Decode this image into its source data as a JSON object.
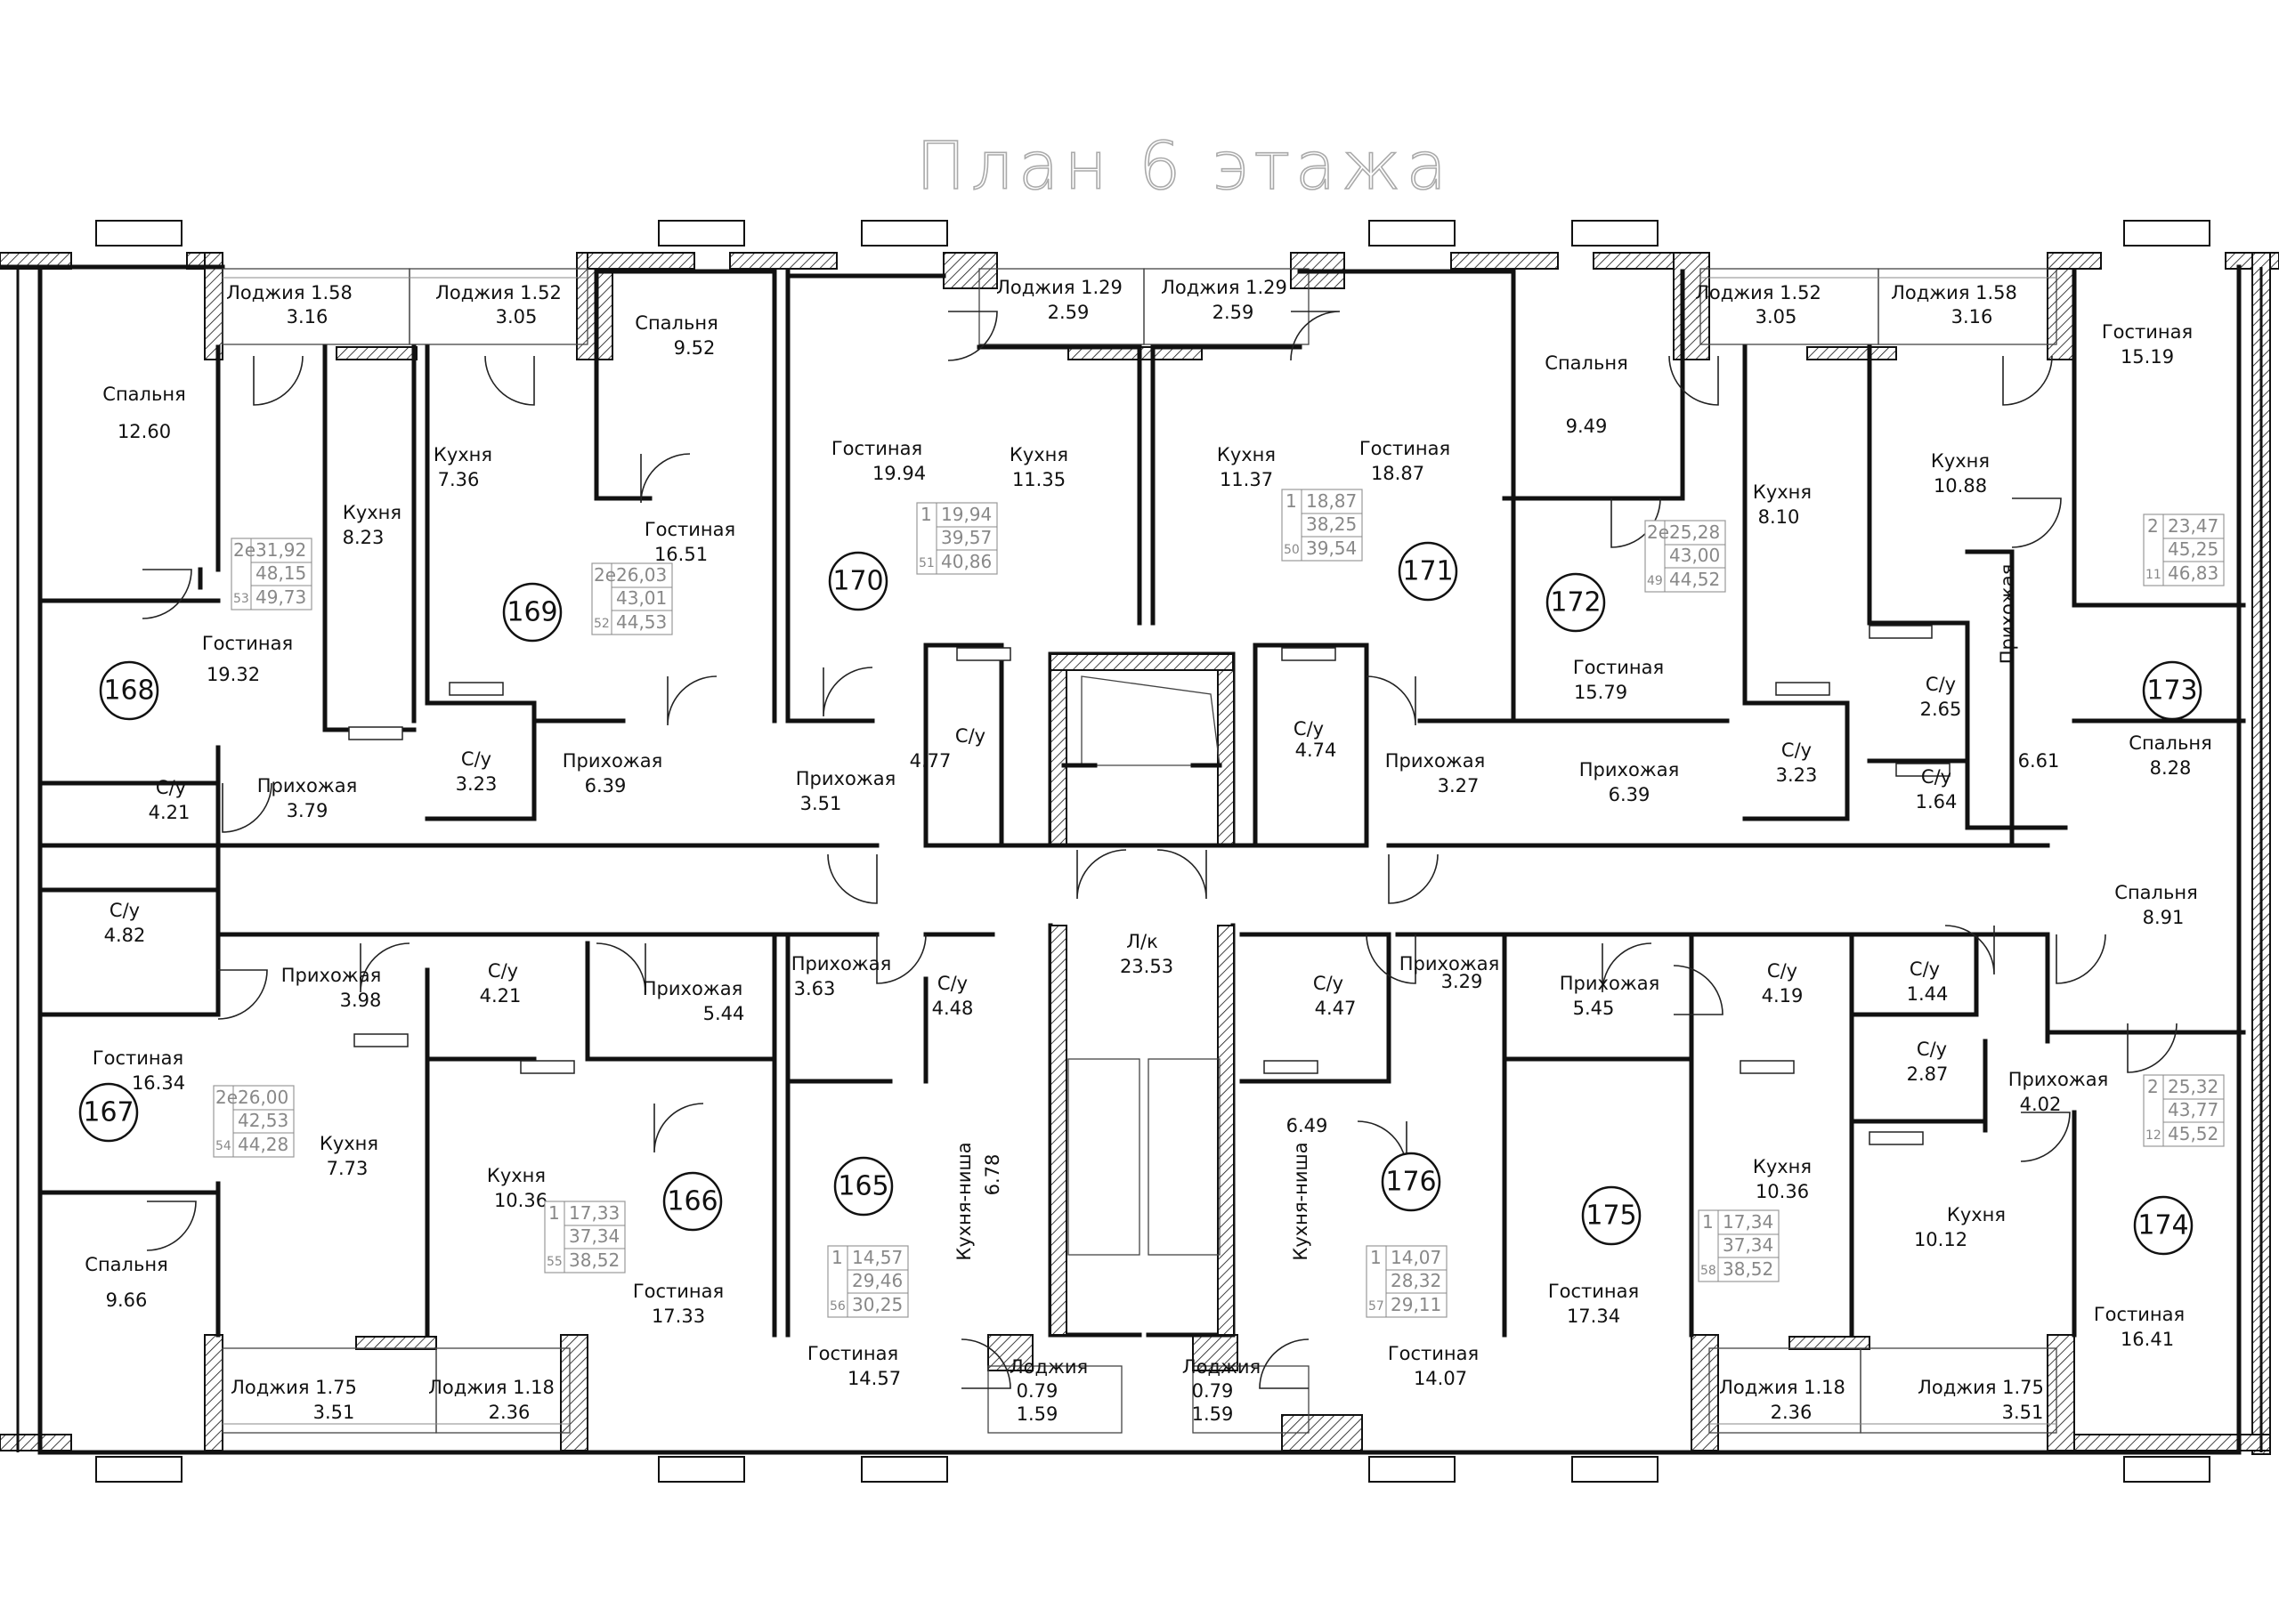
{
  "title": "План 6  этажа",
  "apartments": [
    {
      "number": "165",
      "table": [
        "1",
        "14,57",
        "29,46",
        "56",
        "30,25"
      ]
    },
    {
      "number": "166",
      "table": [
        "1",
        "17,33",
        "37,34",
        "55",
        "38,52"
      ]
    },
    {
      "number": "167",
      "table": [
        "2е",
        "26,00",
        "42,53",
        "54",
        "44,28"
      ]
    },
    {
      "number": "168",
      "table": [
        "2е",
        "31,92",
        "48,15",
        "53",
        "49,73"
      ]
    },
    {
      "number": "169",
      "table": [
        "2е",
        "26,03",
        "43,01",
        "52",
        "44,53"
      ]
    },
    {
      "number": "170",
      "table": [
        "1",
        "19,94",
        "39,57",
        "51",
        "40,86"
      ]
    },
    {
      "number": "171",
      "table": [
        "1",
        "18,87",
        "38,25",
        "50",
        "39,54"
      ]
    },
    {
      "number": "172",
      "table": [
        "2е",
        "25,28",
        "43,00",
        "49",
        "44,52"
      ]
    },
    {
      "number": "173",
      "table": [
        "2",
        "23,47",
        "45,25",
        "11",
        "46,83"
      ]
    },
    {
      "number": "174",
      "table": [
        "2",
        "25,32",
        "43,77",
        "12",
        "45,52"
      ]
    },
    {
      "number": "175",
      "table": [
        "1",
        "17,34",
        "37,34",
        "58",
        "38,52"
      ]
    },
    {
      "number": "176",
      "table": [
        "1",
        "14,07",
        "28,32",
        "57",
        "29,11"
      ]
    }
  ],
  "rooms": [
    {
      "name": "Лоджия 1.58",
      "area": "3.16"
    },
    {
      "name": "Лоджия 1.52",
      "area": "3.05"
    },
    {
      "name": "Лоджия 1.29",
      "area": "2.59"
    },
    {
      "name": "Лоджия 1.29",
      "area": "2.59"
    },
    {
      "name": "Лоджия 1.52",
      "area": "3.05"
    },
    {
      "name": "Лоджия 1.58",
      "area": "3.16"
    },
    {
      "name": "Спальня",
      "area": "12.60"
    },
    {
      "name": "Кухня",
      "area": "8.23"
    },
    {
      "name": "Кухня",
      "area": "7.36"
    },
    {
      "name": "Спальня",
      "area": "9.52"
    },
    {
      "name": "Гостиная",
      "area": "16.51"
    },
    {
      "name": "Гостиная",
      "area": "19.94"
    },
    {
      "name": "Кухня",
      "area": "11.35"
    },
    {
      "name": "Кухня",
      "area": "11.37"
    },
    {
      "name": "Гостиная",
      "area": "18.87"
    },
    {
      "name": "Спальня",
      "area": "9.49"
    },
    {
      "name": "Кухня",
      "area": "8.10"
    },
    {
      "name": "Кухня",
      "area": "10.88"
    },
    {
      "name": "Гостиная",
      "area": "15.19"
    },
    {
      "name": "Гостиная",
      "area": "19.32"
    },
    {
      "name": "Гостиная",
      "area": "15.79"
    },
    {
      "name": "Прихожая",
      "area": ""
    },
    {
      "name": "С/у",
      "area": "2.65"
    },
    {
      "name": "Спальня",
      "area": "8.28"
    },
    {
      "name": "С/у",
      "area": "4.21"
    },
    {
      "name": "Прихожая",
      "area": "3.79"
    },
    {
      "name": "С/у",
      "area": "3.23"
    },
    {
      "name": "Прихожая",
      "area": "6.39"
    },
    {
      "name": "Прихожая",
      "area": "3.51"
    },
    {
      "name": "С/у",
      "area": "4.77"
    },
    {
      "name": "С/у",
      "area": "4.74"
    },
    {
      "name": "Прихожая",
      "area": "3.27"
    },
    {
      "name": "Прихожая",
      "area": "6.39"
    },
    {
      "name": "С/у",
      "area": "3.23"
    },
    {
      "name": "С/у",
      "area": "1.64"
    },
    {
      "name": "",
      "area": "6.61"
    },
    {
      "name": "С/у",
      "area": "4.82"
    },
    {
      "name": "Прихожая",
      "area": "3.98"
    },
    {
      "name": "С/у",
      "area": "4.21"
    },
    {
      "name": "Прихожая",
      "area": "5.44"
    },
    {
      "name": "Прихожая",
      "area": "3.63"
    },
    {
      "name": "С/у",
      "area": "4.48"
    },
    {
      "name": "Л/к",
      "area": "23.53"
    },
    {
      "name": "С/у",
      "area": "4.47"
    },
    {
      "name": "Прихожая",
      "area": "3.29"
    },
    {
      "name": "Прихожая",
      "area": "5.45"
    },
    {
      "name": "С/у",
      "area": "4.19"
    },
    {
      "name": "С/у",
      "area": "1.44"
    },
    {
      "name": "Спальня",
      "area": "8.91"
    },
    {
      "name": "С/у",
      "area": "2.87"
    },
    {
      "name": "Прихожая",
      "area": "4.02"
    },
    {
      "name": "Гостиная",
      "area": "16.34"
    },
    {
      "name": "Кухня",
      "area": "7.73"
    },
    {
      "name": "Кухня",
      "area": "10.36"
    },
    {
      "name": "Кухня",
      "area": "10.36"
    },
    {
      "name": "Кухня",
      "area": "10.12"
    },
    {
      "name": "Спальня",
      "area": "9.66"
    },
    {
      "name": "Гостиная",
      "area": "17.33"
    },
    {
      "name": "Гостиная",
      "area": "14.57"
    },
    {
      "name": "Гостиная",
      "area": "14.07"
    },
    {
      "name": "Гостиная",
      "area": "17.34"
    },
    {
      "name": "Гостиная",
      "area": "16.41"
    },
    {
      "name": "Лоджия 1.75",
      "area": "3.51"
    },
    {
      "name": "Лоджия 1.18",
      "area": "2.36"
    },
    {
      "name": "Лоджия",
      "area": "0.79"
    },
    {
      "name": "",
      "area": "1.59"
    },
    {
      "name": "Лоджия",
      "area": "0.79"
    },
    {
      "name": "",
      "area": "1.59"
    },
    {
      "name": "Лоджия 1.18",
      "area": "2.36"
    },
    {
      "name": "Лоджия 1.75",
      "area": "3.51"
    }
  ],
  "kitchen_niches": [
    {
      "name": "Кухня-ниша",
      "area": "6.78"
    },
    {
      "name": "Кухня-ниша",
      "area": "6.49"
    }
  ]
}
